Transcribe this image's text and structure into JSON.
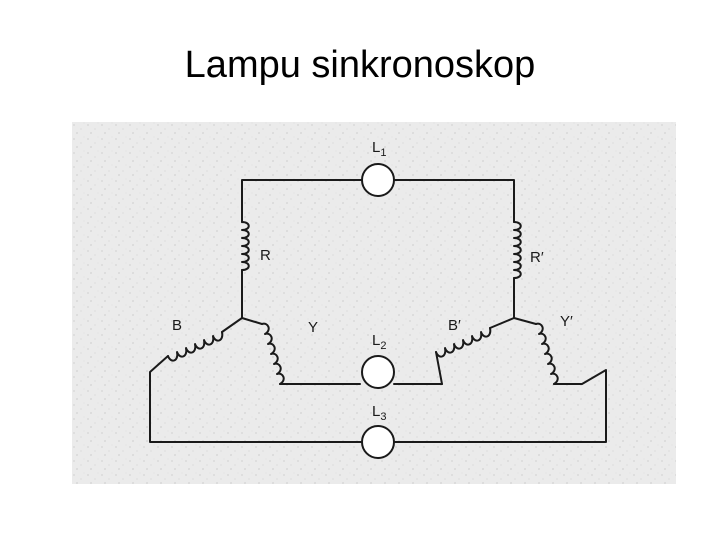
{
  "slide": {
    "title": "Lampu sinkronoskop"
  },
  "diagram": {
    "lamps": [
      {
        "id": "L1",
        "letter": "L",
        "sub": "1"
      },
      {
        "id": "L2",
        "letter": "L",
        "sub": "2"
      },
      {
        "id": "L3",
        "letter": "L",
        "sub": "3"
      }
    ],
    "left_source": {
      "phases": [
        "R",
        "Y",
        "B"
      ]
    },
    "right_source": {
      "phases": [
        "R′",
        "Y′",
        "B′"
      ]
    },
    "colors": {
      "ink": "#1a1a1a",
      "paper": "#ebebeb"
    }
  }
}
